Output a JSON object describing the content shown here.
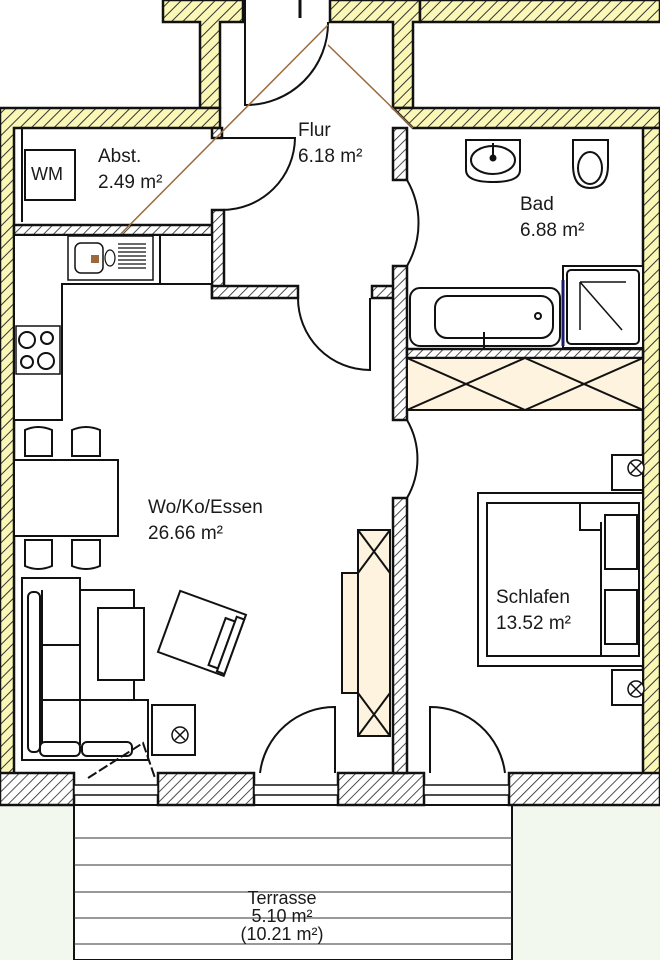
{
  "plan": {
    "colors": {
      "exterior_wall_fill": "#fbf7b6",
      "wall_stroke": "#111111",
      "hatch": "#222222",
      "furniture_stroke": "#111111",
      "cabinet_fill": "#fdf3df",
      "terrace_bg": "#f3f8ee",
      "cable_line": "#9a6a3e"
    },
    "rooms": [
      {
        "id": "abst",
        "name": "Abst.",
        "area": "2.49 m²"
      },
      {
        "id": "flur",
        "name": "Flur",
        "area": "6.18 m²"
      },
      {
        "id": "bad",
        "name": "Bad",
        "area": "6.88 m²"
      },
      {
        "id": "wohnen",
        "name": "Wo/Ko/Essen",
        "area": "26.66 m²"
      },
      {
        "id": "schlafen",
        "name": "Schlafen",
        "area": "13.52 m²"
      },
      {
        "id": "terrasse",
        "name": "Terrasse",
        "area": "5.10 m²",
        "area_full": "(10.21 m²)"
      }
    ],
    "appliances": {
      "washing_machine": "WM"
    }
  }
}
